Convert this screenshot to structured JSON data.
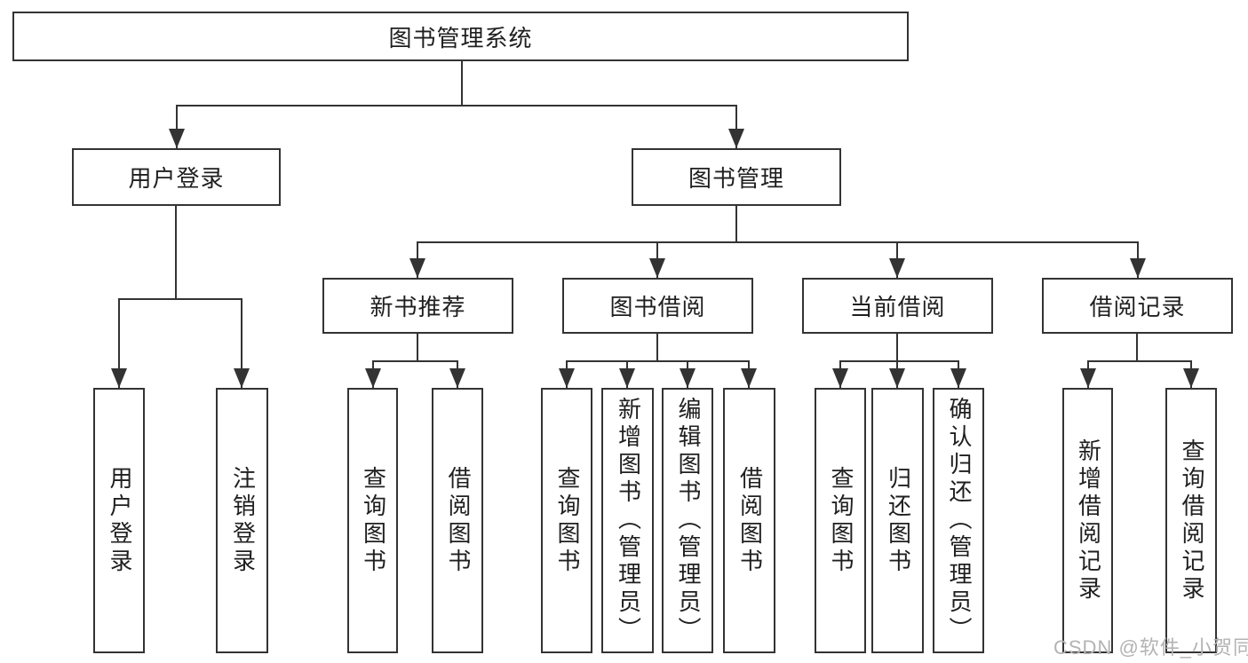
{
  "diagram": {
    "root": {
      "label": "图书管理系统"
    },
    "branches": [
      {
        "label": "用户登录",
        "children": [
          {
            "label": "用户登录"
          },
          {
            "label": "注销登录"
          }
        ]
      },
      {
        "label": "图书管理",
        "children": [
          {
            "label": "新书推荐",
            "children": [
              {
                "label": "查询图书"
              },
              {
                "label": "借阅图书"
              }
            ]
          },
          {
            "label": "图书借阅",
            "children": [
              {
                "label": "查询图书"
              },
              {
                "label": "新增图书（管理员）"
              },
              {
                "label": "编辑图书（管理员）"
              },
              {
                "label": "借阅图书"
              }
            ]
          },
          {
            "label": "当前借阅",
            "children": [
              {
                "label": "查询图书"
              },
              {
                "label": "归还图书"
              },
              {
                "label": "确认归还（管理员）"
              }
            ]
          },
          {
            "label": "借阅记录",
            "children": [
              {
                "label": "新增借阅记录"
              },
              {
                "label": "查询借阅记录"
              }
            ]
          }
        ]
      }
    ]
  },
  "watermark": {
    "text": "CSDN @软件_小贺同学"
  },
  "colors": {
    "line": "#333333",
    "text": "#1f1f1f",
    "watermark": "#b3b3b3",
    "background": "#ffffff"
  }
}
